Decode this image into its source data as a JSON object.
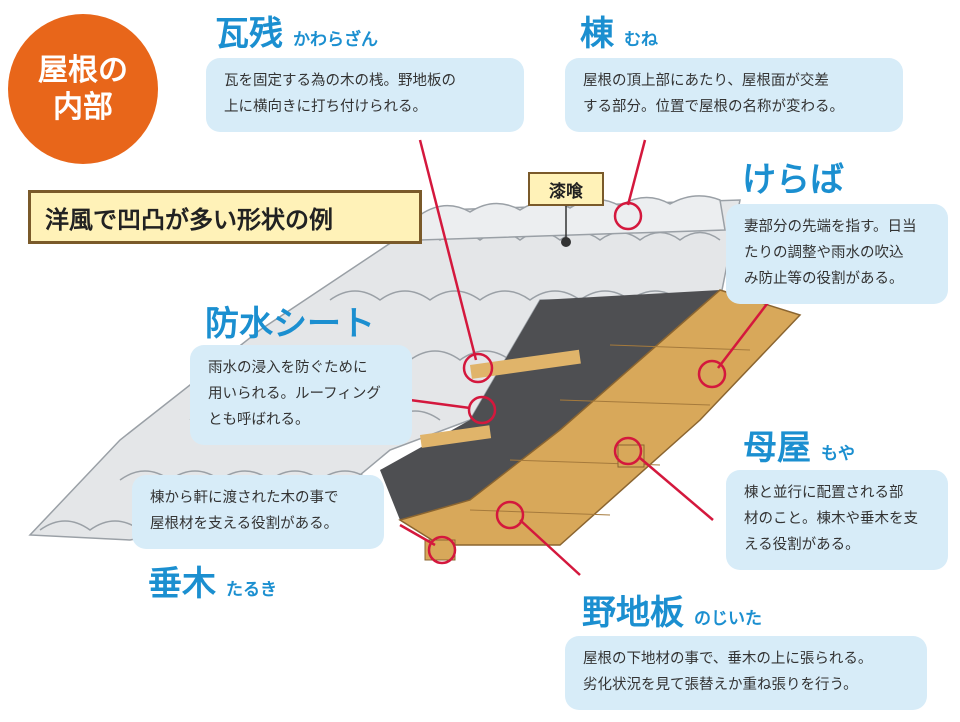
{
  "badge": {
    "line1": "屋根の",
    "line2": "内部"
  },
  "banner": "洋風で凹凸が多い形状の例",
  "shikkui": "漆喰",
  "kawarazan": {
    "title": "瓦残",
    "reading": "かわらざん",
    "line1": "瓦を固定する為の木の桟。野地板の",
    "line2": "上に横向きに打ち付けられる。"
  },
  "mune": {
    "title": "棟",
    "reading": "むね",
    "line1": "屋根の頂上部にあたり、屋根面が交差",
    "line2": "する部分。位置で屋根の名称が変わる。"
  },
  "keraba": {
    "title": "けらば",
    "line1": "妻部分の先端を指す。日当",
    "line2": "たりの調整や雨水の吹込",
    "line3": "み防止等の役割がある。"
  },
  "bousui": {
    "title": "防水シート",
    "line1": "雨水の浸入を防ぐために",
    "line2": "用いられる。ルーフィング",
    "line3": "とも呼ばれる。"
  },
  "moya": {
    "title": "母屋",
    "reading": "もや",
    "line1": "棟と並行に配置される部",
    "line2": "材のこと。棟木や垂木を支",
    "line3": "える役割がある。"
  },
  "taruki": {
    "title": "垂木",
    "reading": "たるき",
    "line1": "棟から軒に渡された木の事で",
    "line2": "屋根材を支える役割がある。"
  },
  "nojiita": {
    "title": "野地板",
    "reading": "のじいた",
    "line1": "屋根の下地材の事で、垂木の上に張られる。",
    "line2": "劣化状況を見て張替えか重ね張りを行う。"
  },
  "colors": {
    "accent": "#1b8fd0",
    "badge": "#e8661a",
    "leader": "#d4183d",
    "box": "#d7ecf8",
    "tile": "#e4e6e8",
    "sheet": "#4e4f52",
    "wood": "#d8a85a"
  }
}
